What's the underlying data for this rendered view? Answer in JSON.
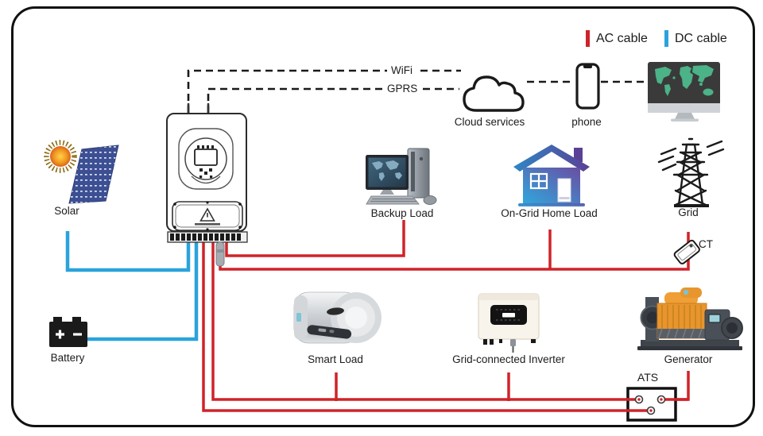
{
  "legend": {
    "items": [
      {
        "label": "AC cable",
        "color": "#cf2329"
      },
      {
        "label": "DC cable",
        "color": "#2aa3dc"
      }
    ]
  },
  "links": {
    "wifi_label": "WiFi",
    "gprs_label": "GPRS"
  },
  "nodes": {
    "solar": {
      "label": "Solar"
    },
    "battery": {
      "label": "Battery"
    },
    "cloud": {
      "label": "Cloud services"
    },
    "phone": {
      "label": "phone"
    },
    "backup_load": {
      "label": "Backup Load"
    },
    "ongrid_home_load": {
      "label": "On-Grid Home Load"
    },
    "grid": {
      "label": "Grid"
    },
    "ct": {
      "label": "CT"
    },
    "smart_load": {
      "label": "Smart Load"
    },
    "grid_connected_inverter": {
      "label": "Grid-connected Inverter"
    },
    "generator": {
      "label": "Generator"
    },
    "ats": {
      "label": "ATS"
    }
  },
  "connections": [
    {
      "from": "solar",
      "to": "hybrid-inverter",
      "cable": "DC"
    },
    {
      "from": "battery",
      "to": "hybrid-inverter",
      "cable": "DC"
    },
    {
      "from": "hybrid-inverter",
      "to": "backup-load",
      "cable": "AC"
    },
    {
      "from": "hybrid-inverter",
      "to": "on-grid-home-load",
      "cable": "AC"
    },
    {
      "from": "on-grid-home-load",
      "to": "grid",
      "cable": "AC",
      "note": "CT sensor on grid line"
    },
    {
      "from": "hybrid-inverter",
      "to": "smart-load",
      "cable": "AC"
    },
    {
      "from": "hybrid-inverter",
      "to": "grid-connected-inverter",
      "cable": "AC"
    },
    {
      "from": "hybrid-inverter",
      "to": "ats",
      "cable": "AC"
    },
    {
      "from": "generator",
      "to": "ats",
      "cable": "AC"
    },
    {
      "from": "hybrid-inverter",
      "to": "cloud",
      "link": "WiFi"
    },
    {
      "from": "hybrid-inverter",
      "to": "cloud",
      "link": "GPRS"
    },
    {
      "from": "cloud",
      "to": "phone",
      "link": "wireless"
    },
    {
      "from": "phone",
      "to": "monitor",
      "link": "wireless"
    }
  ],
  "colors": {
    "ac_cable": "#cf2329",
    "dc_cable": "#2aa3dc",
    "outline": "#1a1a1a"
  }
}
